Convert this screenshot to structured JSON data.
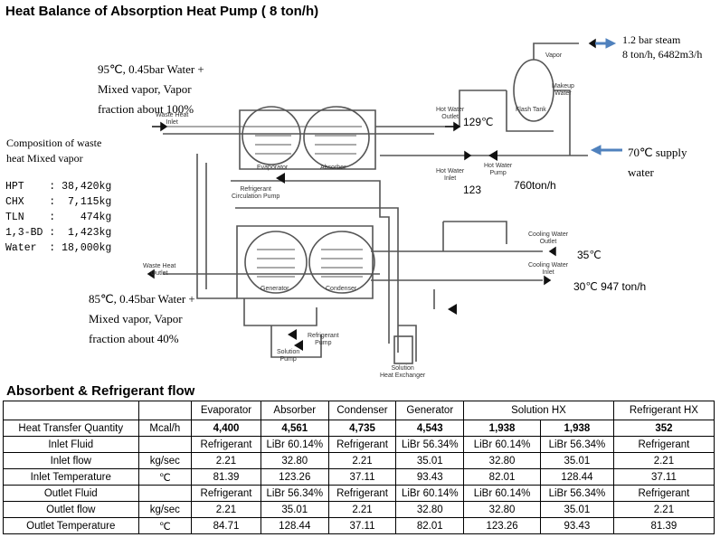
{
  "title": "Heat Balance of Absorption Heat Pump ( 8 ton/h)",
  "annotations": {
    "top_vapor_1": "95℃, 0.45bar  Water +",
    "top_vapor_2": "Mixed vapor, Vapor",
    "top_vapor_3": "fraction about 100%",
    "comp_title_1": "Composition of waste",
    "comp_title_2": "heat Mixed vapor",
    "steam_1": "1.2 bar steam",
    "steam_2": "8 ton/h, 6482m3/h",
    "supply_1": "70℃ supply",
    "supply_2": "water",
    "hw_temp": "129℃",
    "hw_in_temp": "123",
    "hw_flow": "760ton/h",
    "cw_out_temp": "35℃",
    "cw_in": "30℃ 947 ton/h",
    "bottom_vapor_1": "85℃, 0.45bar  Water +",
    "bottom_vapor_2": "Mixed vapor, Vapor",
    "bottom_vapor_3": "fraction about 40%"
  },
  "composition": [
    {
      "name": "HPT    :",
      "value": "38,420kg"
    },
    {
      "name": "CHX    :",
      "value": " 7,115kg"
    },
    {
      "name": "TLN    :",
      "value": "   474kg"
    },
    {
      "name": "1,3-BD :",
      "value": " 1,423kg"
    },
    {
      "name": "Water  :",
      "value": "18,000kg"
    }
  ],
  "diagram_labels": {
    "vapor": "Vapor",
    "makeup_1": "Makeup",
    "makeup_2": "Water",
    "flash_tank": "Flash Tank",
    "hw_outlet_1": "Hot Water",
    "hw_outlet_2": "Outlet",
    "hw_pump_1": "Hot Water",
    "hw_pump_2": "Pump",
    "hw_inlet_1": "Hot Water",
    "hw_inlet_2": "Inlet",
    "waste_inlet_1": "Waste Heat",
    "waste_inlet_2": "Inlet",
    "evaporator": "Evaporator",
    "absorber": "Absorber",
    "ref_circ_1": "Refrigerant",
    "ref_circ_2": "Circulation Pump",
    "cw_outlet_1": "Cooling Water",
    "cw_outlet_2": "Outlet",
    "cw_inlet_1": "Cooling Water",
    "cw_inlet_2": "Inlet",
    "waste_outlet_1": "Waste Heat",
    "waste_outlet_2": "Outlet",
    "generator": "Generator",
    "condenser": "Condenser",
    "ref_pump_1": "Refrigerant",
    "ref_pump_2": "Pump",
    "sol_pump_1": "Solution",
    "sol_pump_2": "Pump",
    "sol_hx_1": "Solution",
    "sol_hx_2": "Heat Exchanger"
  },
  "section_title": "Absorbent & Refrigerant flow",
  "table": {
    "headers": [
      "",
      "",
      "Evaporator",
      "Absorber",
      "Condenser",
      "Generator",
      "Solution HX",
      "Refrigerant HX"
    ],
    "rows": [
      {
        "label": "Heat Transfer Quantity",
        "unit": "Mcal/h",
        "values": [
          "4,400",
          "4,561",
          "4,735",
          "4,543",
          "1,938",
          "1,938",
          "352"
        ],
        "bold": true
      },
      {
        "label": "Inlet Fluid",
        "unit": "",
        "values": [
          "Refrigerant",
          "LiBr 60.14%",
          "Refrigerant",
          "LiBr 56.34%",
          "LiBr 60.14%",
          "LiBr 56.34%",
          "Refrigerant"
        ],
        "bold": false
      },
      {
        "label": "Inlet flow",
        "unit": "kg/sec",
        "values": [
          "2.21",
          "32.80",
          "2.21",
          "35.01",
          "32.80",
          "35.01",
          "2.21"
        ],
        "bold": false
      },
      {
        "label": "Inlet Temperature",
        "unit": "℃",
        "values": [
          "81.39",
          "123.26",
          "37.11",
          "93.43",
          "82.01",
          "128.44",
          "37.11"
        ],
        "bold": false
      },
      {
        "label": "Outlet Fluid",
        "unit": "",
        "values": [
          "Refrigerant",
          "LiBr 56.34%",
          "Refrigerant",
          "LiBr 60.14%",
          "LiBr 60.14%",
          "LiBr 56.34%",
          "Refrigerant"
        ],
        "bold": false
      },
      {
        "label": "Outlet flow",
        "unit": "kg/sec",
        "values": [
          "2.21",
          "35.01",
          "2.21",
          "32.80",
          "32.80",
          "35.01",
          "2.21"
        ],
        "bold": false
      },
      {
        "label": "Outlet Temperature",
        "unit": "℃",
        "values": [
          "84.71",
          "128.44",
          "37.11",
          "82.01",
          "123.26",
          "93.43",
          "81.39"
        ],
        "bold": false
      }
    ]
  },
  "colors": {
    "arrow_blue": "#4f81bd",
    "line": "#555555"
  }
}
